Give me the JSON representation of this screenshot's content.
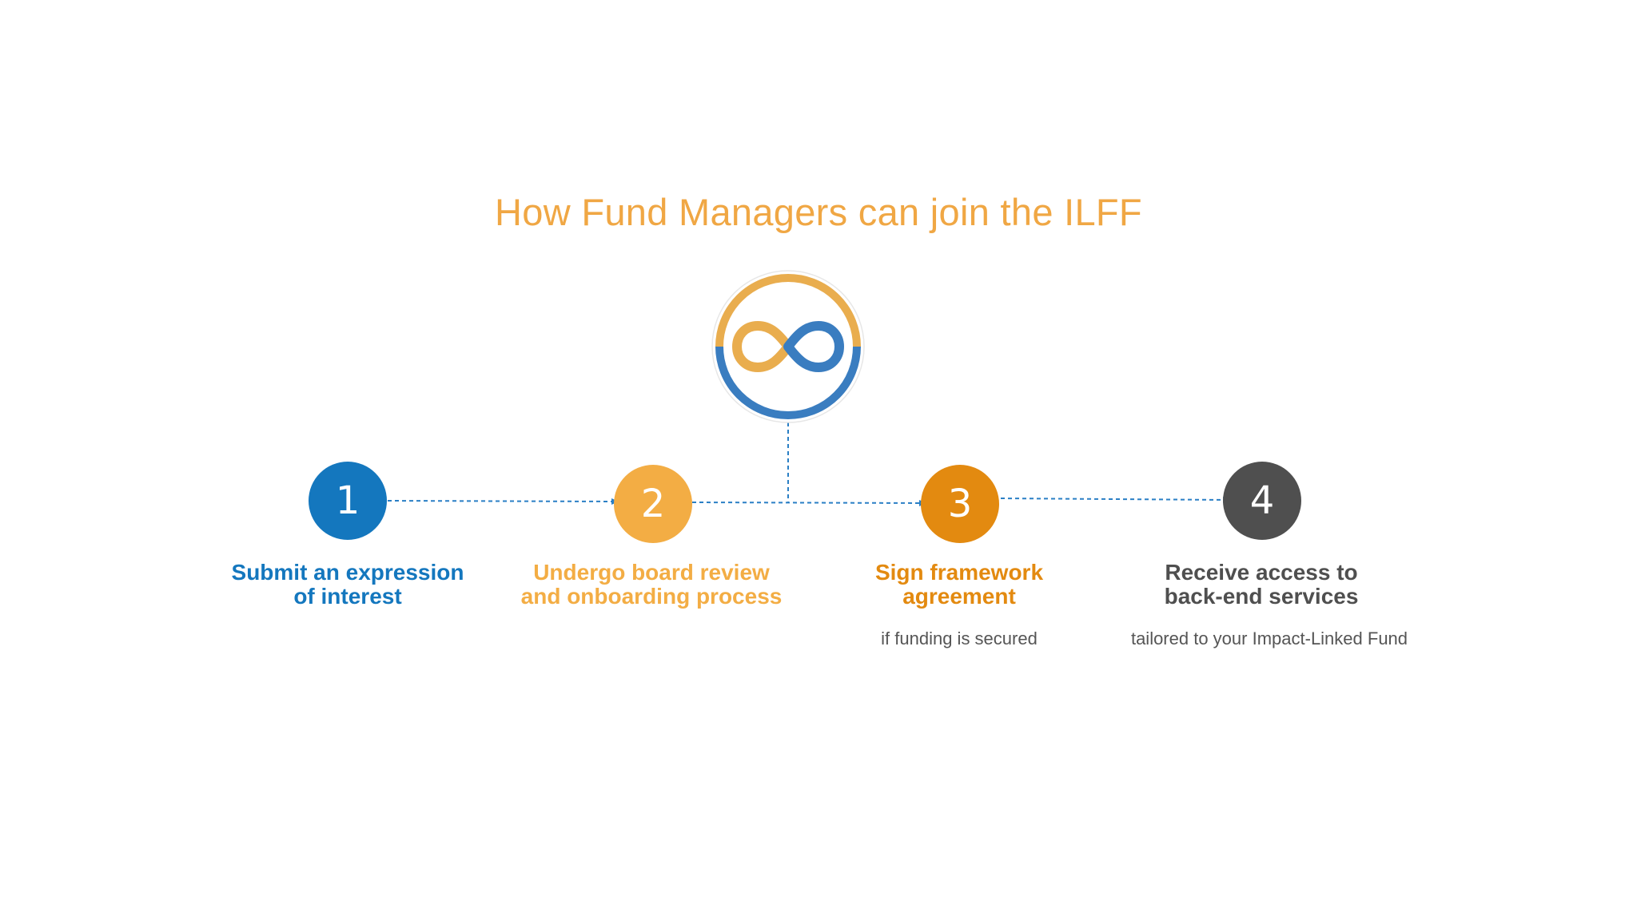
{
  "title": "How Fund Managers can join the ILFF",
  "colors": {
    "title": "#f0a744",
    "blue": "#1477be",
    "yellow": "#f3ad44",
    "orange": "#e38a10",
    "dark": "#4f4f4f",
    "connector": "#2a7fc5",
    "logo_gold": "#e9ad4e",
    "logo_blue": "#3a7dc0"
  },
  "logo": {
    "icon": "infinity-loop-logo"
  },
  "steps": [
    {
      "number": "1",
      "title_line1": "Submit an expression",
      "title_line2": "of interest",
      "note": ""
    },
    {
      "number": "2",
      "title_line1": "Undergo board review",
      "title_line2": "and onboarding process",
      "note": ""
    },
    {
      "number": "3",
      "title_line1": "Sign framework",
      "title_line2": "agreement",
      "note": "if funding is secured"
    },
    {
      "number": "4",
      "title_line1": "Receive access to",
      "title_line2": "back-end services",
      "note": "tailored to your Impact-Linked Fund"
    }
  ]
}
